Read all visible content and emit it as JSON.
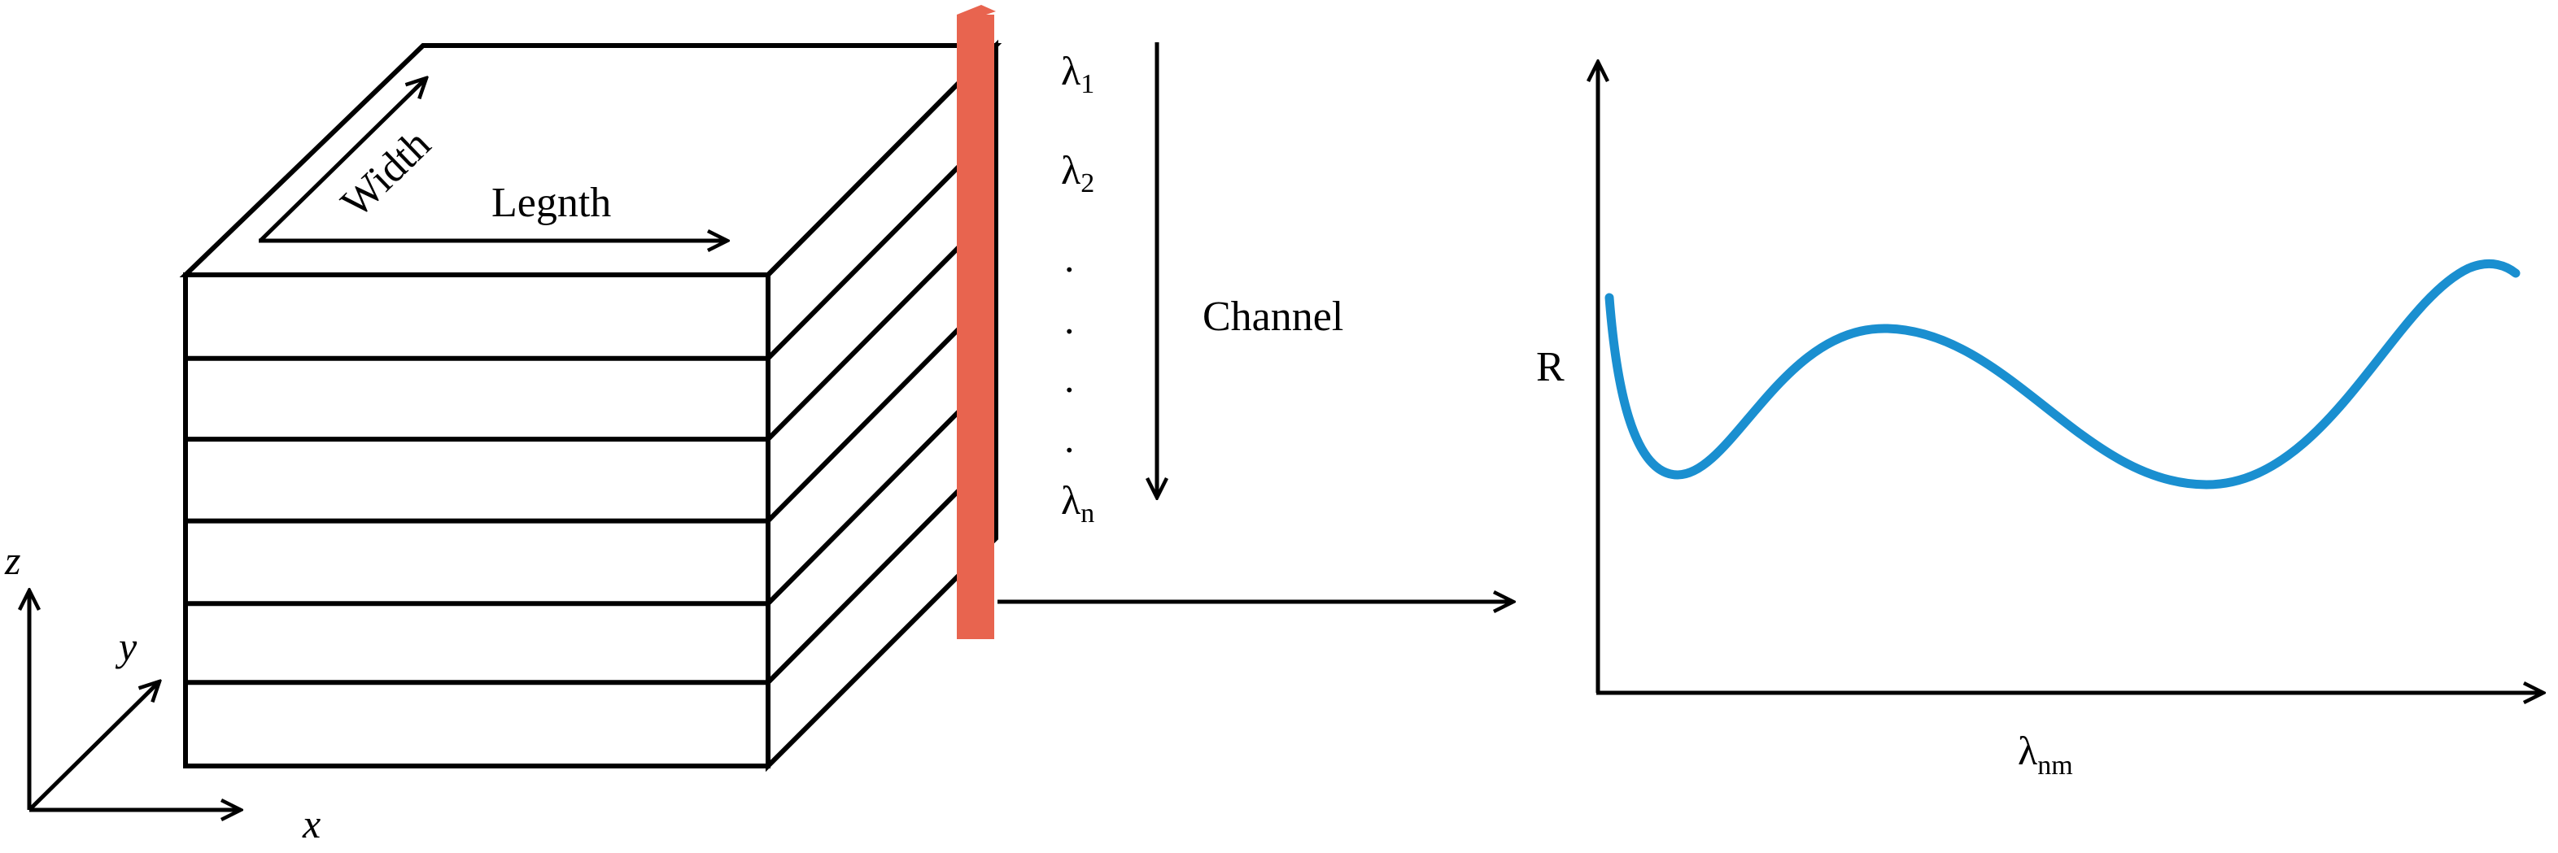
{
  "cube": {
    "width_label": "Width",
    "length_label": "Legnth",
    "band_count": 6,
    "colors": {
      "stroke": "#000000",
      "fill": "#ffffff"
    }
  },
  "band_slice": {
    "color": "#E8644F"
  },
  "channel": {
    "label": "Channel",
    "first": {
      "symbol": "λ",
      "index": "1"
    },
    "second": {
      "symbol": "λ",
      "index": "2"
    },
    "last": {
      "symbol": "λ",
      "index": "n"
    },
    "ellipsis": ".",
    "ellipsis_count": 4
  },
  "axes_3d": {
    "x": "x",
    "y": "y",
    "z": "z"
  },
  "spectrum_plot": {
    "y_label": "R",
    "x_label": {
      "symbol": "λ",
      "unit": "nm"
    },
    "curve_color": "#1A8FD0"
  }
}
